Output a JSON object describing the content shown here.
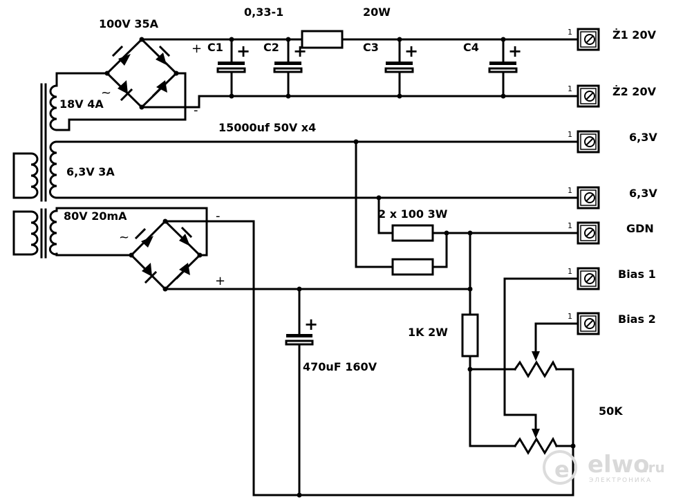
{
  "labels": {
    "rectifier_main": "100V 35A",
    "resistor_value": "0,33-1",
    "resistor_power": "20W",
    "c1": "C1",
    "c2": "C2",
    "c3": "C3",
    "c4": "C4",
    "caps_value": "15000uf 50V x4",
    "winding_18v": "18V 4A",
    "winding_63v": "6,3V 3A",
    "winding_80v": "80V 20mA",
    "resistors_gdn": "2 x 100 3W",
    "resistor_1k": "1K 2W",
    "cap_470": "470uF 160V",
    "pot": "50K"
  },
  "polarity": {
    "plus": "+",
    "minus": "-",
    "ac": "~"
  },
  "terminals": [
    {
      "pin": "1",
      "label": "Ż1 20V"
    },
    {
      "pin": "1",
      "label": "Ż2 20V"
    },
    {
      "pin": "1",
      "label": "6,3V"
    },
    {
      "pin": "1",
      "label": "6,3V"
    },
    {
      "pin": "1",
      "label": "GDN"
    },
    {
      "pin": "1",
      "label": "Bias 1"
    },
    {
      "pin": "1",
      "label": "Bias 2"
    }
  ],
  "watermark": {
    "brand": "elwo",
    "suffix": ".ru",
    "sub": "ЭЛЕКТРОНИКА"
  }
}
